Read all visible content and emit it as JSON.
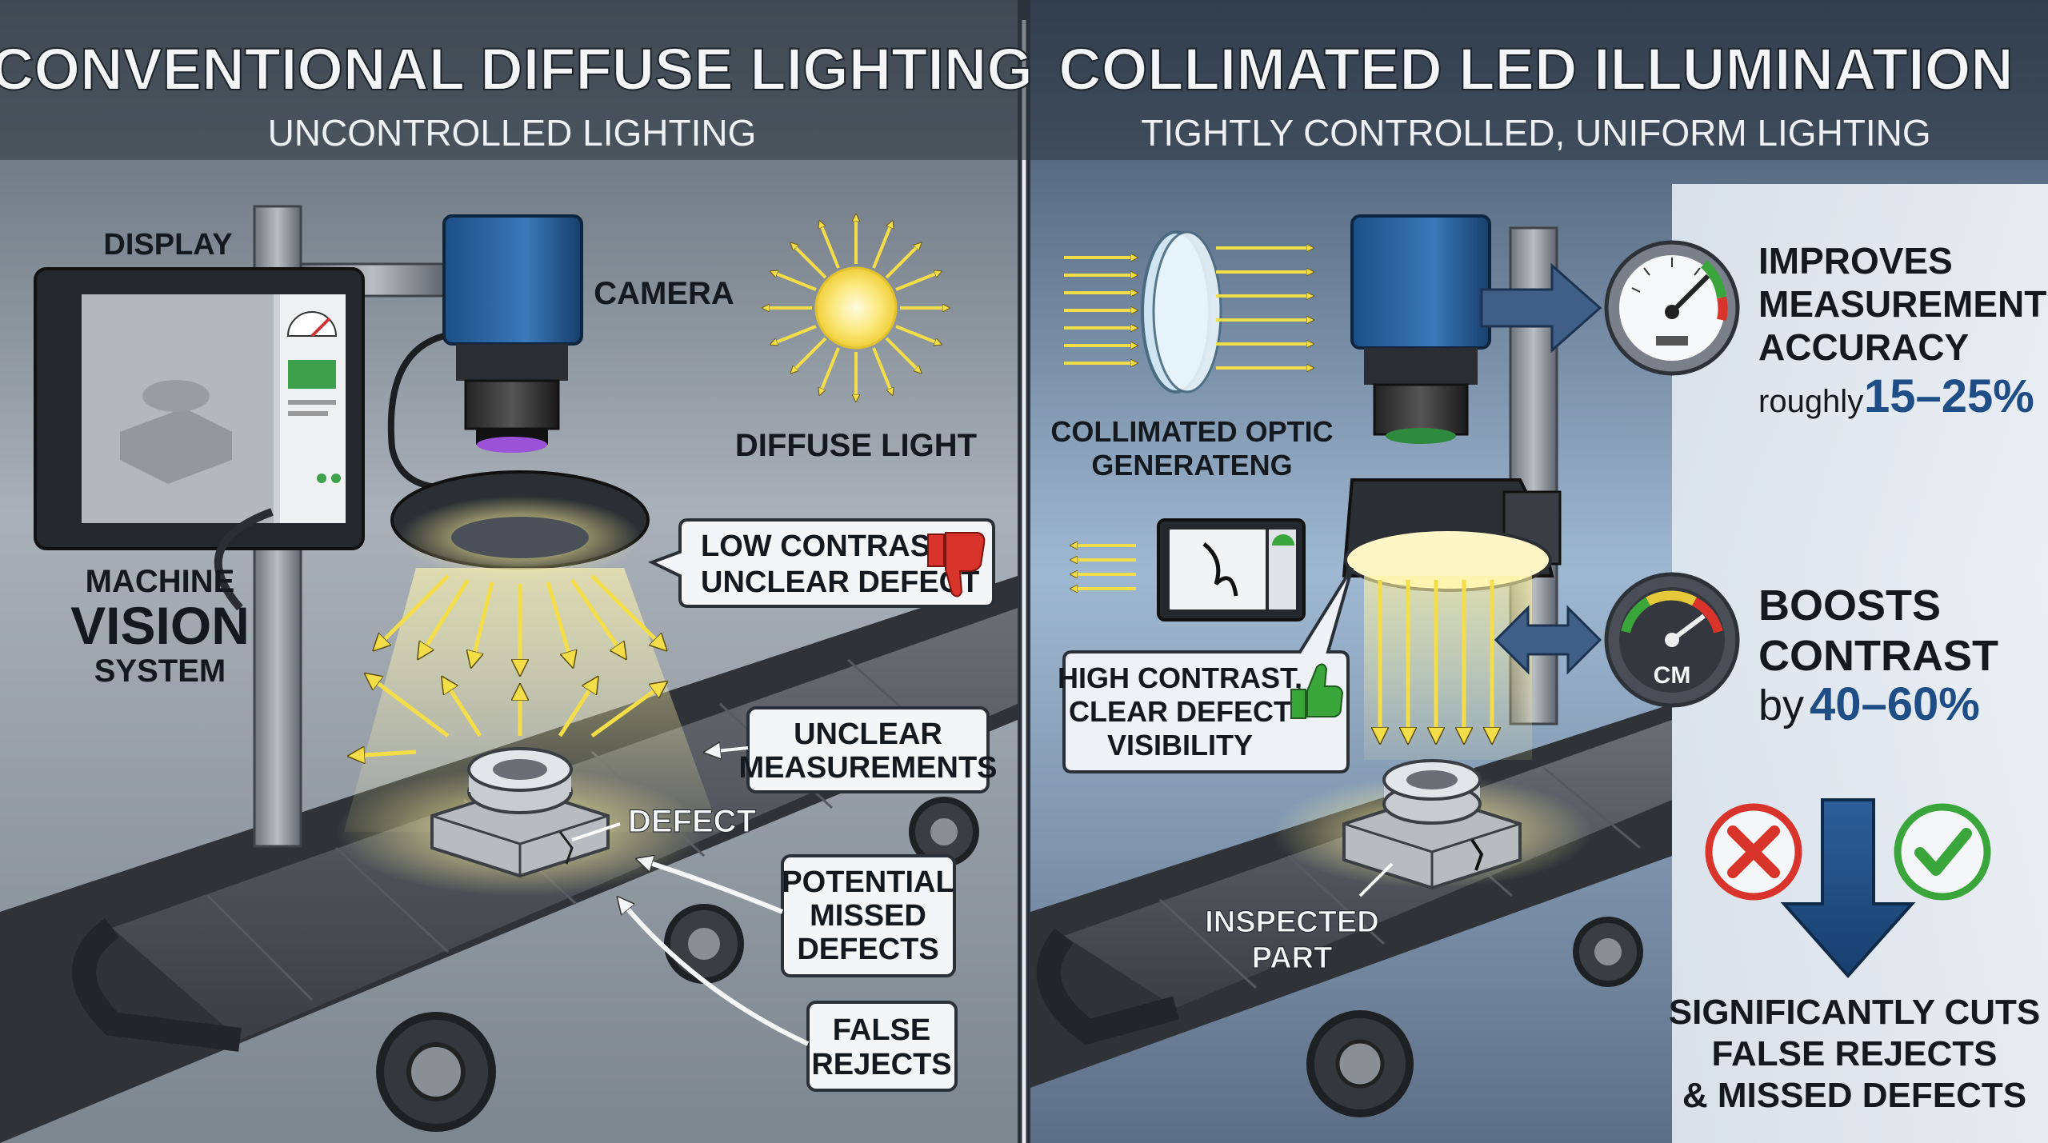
{
  "left": {
    "title": "CONVENTIONAL DIFFUSE LIGHTING",
    "subtitle": "UNCONTROLLED LIGHTING",
    "labels": {
      "display": "DISPLAY",
      "camera": "CAMERA",
      "diffuse_light": "DIFFUSE LIGHT",
      "machine": "MACHINE",
      "vision": "VISION",
      "system": "SYSTEM",
      "defect": "DEFECT"
    },
    "callouts": {
      "low_contrast": [
        "LOW CONTRAST,",
        "UNCLEAR DEFECT"
      ],
      "unclear_measurements": [
        "UNCLEAR",
        "MEASUREMENTS"
      ],
      "missed_defects": [
        "POTENTIAL",
        "MISSED",
        "DEFECTS"
      ],
      "false_rejects": [
        "FALSE",
        "REJECTS"
      ]
    }
  },
  "right": {
    "title": "COLLIMATED LED ILLUMINATION",
    "subtitle": "TIGHTLY CONTROLLED, UNIFORM LIGHTING",
    "labels": {
      "collimated_optic": [
        "COLLIMATED OPTIC",
        "GENERATENG"
      ],
      "inspected_part": [
        "INSPECTED",
        "PART"
      ]
    },
    "callouts": {
      "high_contrast": [
        "HIGH CONTRAST,",
        "CLEAR DEFECT",
        "VISIBILITY"
      ]
    },
    "benefits": {
      "accuracy_title": [
        "IMPROVES",
        "MEASUREMENT",
        "ACCURACY"
      ],
      "accuracy_prefix": "roughly",
      "accuracy_value": "15–25%",
      "contrast_title": [
        "BOOSTS",
        "CONTRAST"
      ],
      "contrast_prefix": "by",
      "contrast_value": "40–60%",
      "gauge_unit": "CM",
      "cuts_text": [
        "SIGNIFICANTLY CUTS",
        "FALSE REJECTS",
        "& MISSED DEFECTS"
      ]
    }
  },
  "colors": {
    "light_yellow": "#f3de4a",
    "accent_blue": "#1f4d86",
    "bad_red": "#d9342b",
    "good_green": "#3aa53a"
  }
}
